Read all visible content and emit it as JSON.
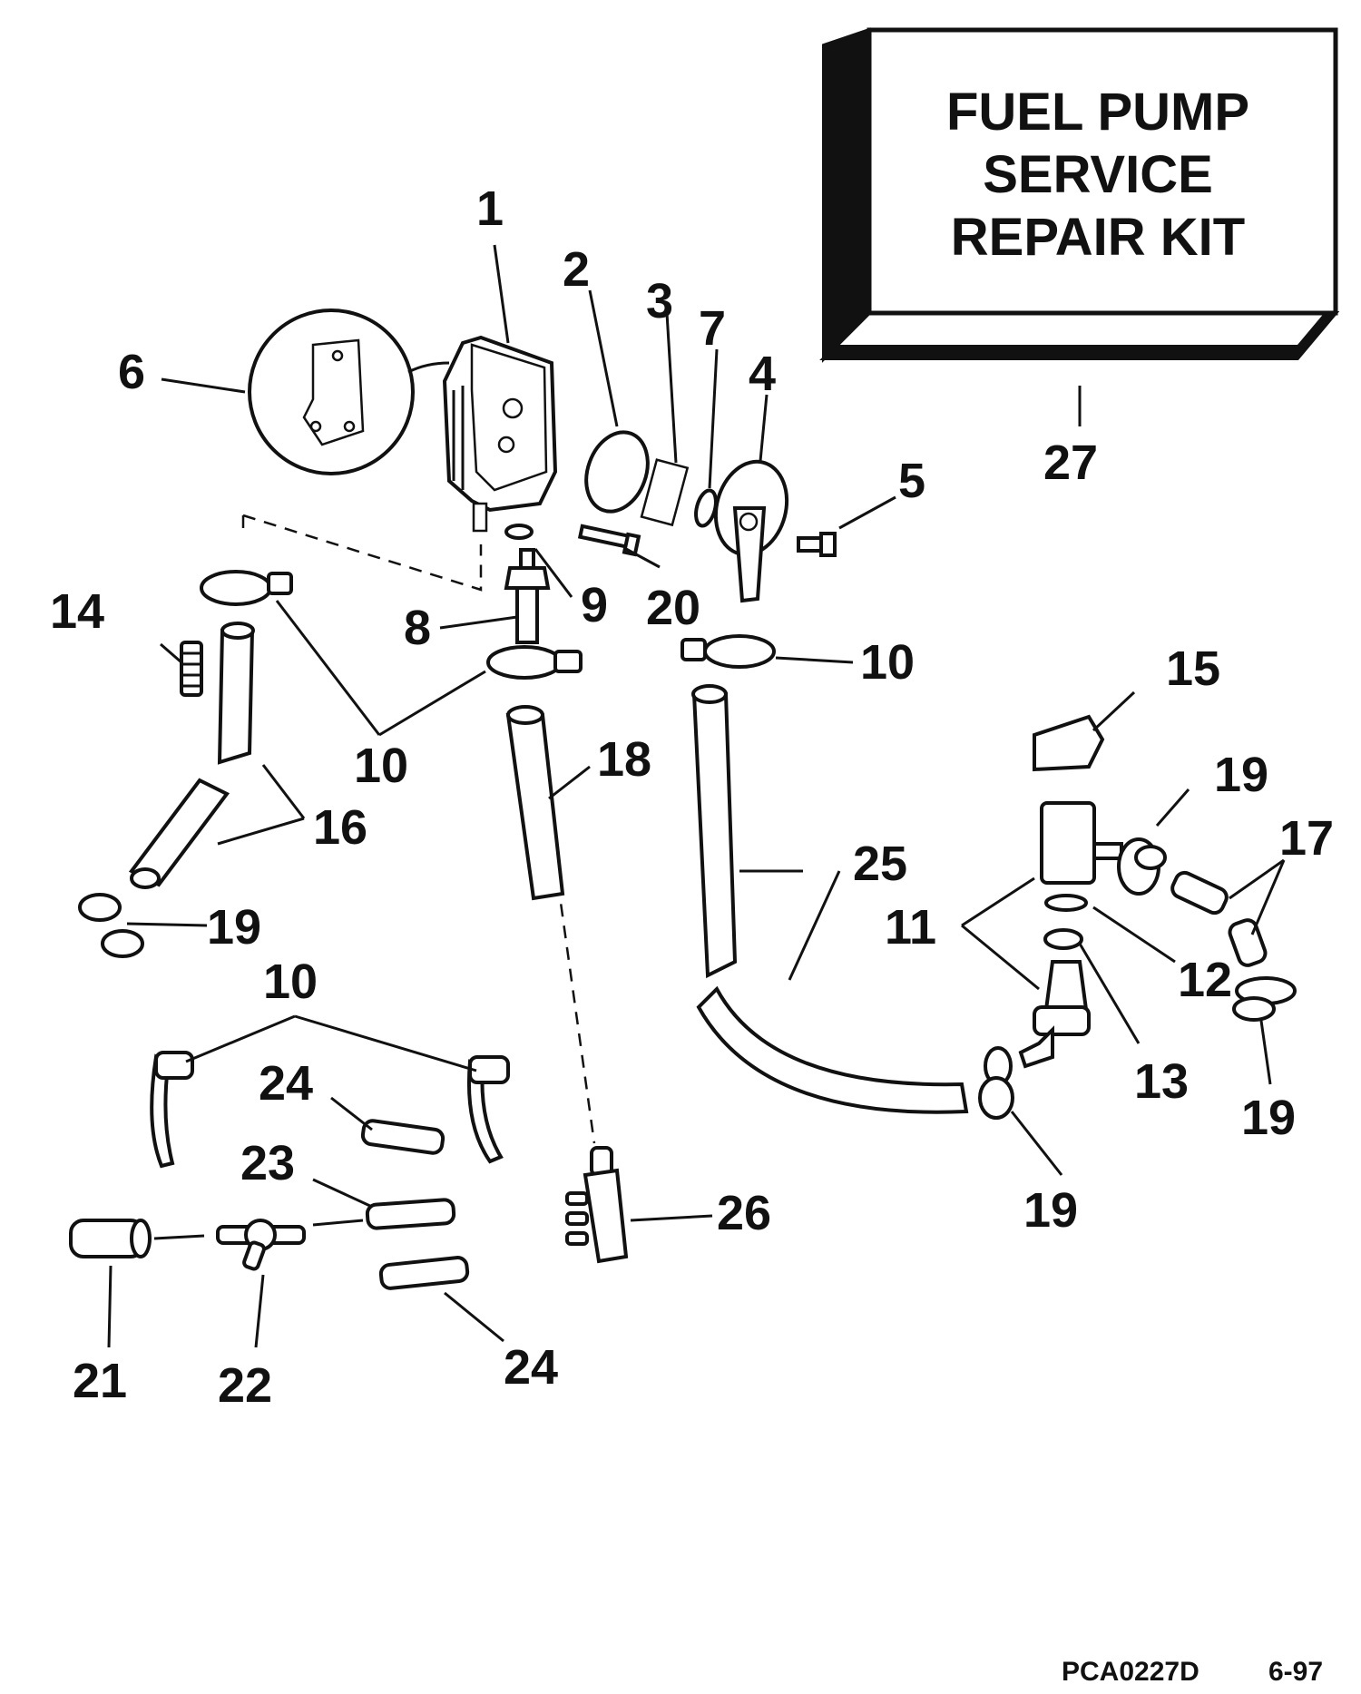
{
  "kit_box": {
    "line1": "FUEL PUMP",
    "line2": "SERVICE",
    "line3": "REPAIR KIT"
  },
  "callouts": {
    "c1": "1",
    "c2": "2",
    "c3": "3",
    "c4": "4",
    "c5": "5",
    "c6": "6",
    "c7": "7",
    "c8": "8",
    "c9": "9",
    "c10a": "10",
    "c10b": "10",
    "c10c": "10",
    "c11": "11",
    "c12": "12",
    "c13": "13",
    "c14": "14",
    "c15": "15",
    "c16": "16",
    "c17": "17",
    "c18": "18",
    "c19a": "19",
    "c19b": "19",
    "c19c": "19",
    "c19d": "19",
    "c20": "20",
    "c21": "21",
    "c22": "22",
    "c23": "23",
    "c24a": "24",
    "c24b": "24",
    "c25": "25",
    "c26": "26",
    "c27": "27"
  },
  "footer": {
    "code": "PCA0227D",
    "date": "6-97"
  }
}
